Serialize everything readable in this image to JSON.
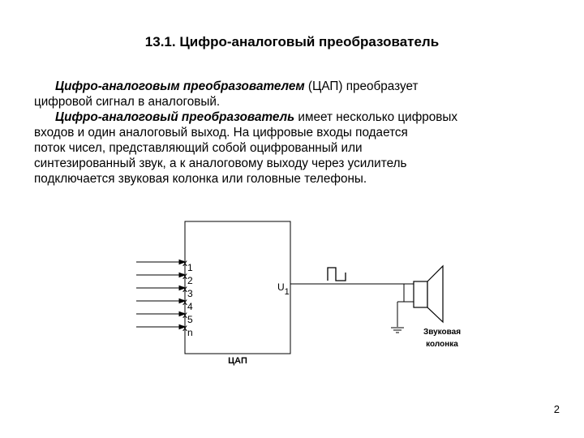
{
  "slide": {
    "title": "13.1. Цифро-аналоговый преобразователь",
    "paragraph1": {
      "term": "Цифро-аналоговым преобразователем",
      "line1_rest": " (ЦАП) преобразует",
      "line2": "цифровой сигнал в аналоговый."
    },
    "paragraph2": {
      "term": "Цифро-аналоговый преобразователь",
      "line1_rest": " имеет несколько цифровых",
      "line2": "входов и один аналоговый выход. На цифровые входы подается",
      "line3": "поток чисел, представляющий собой оцифрованный или",
      "line4": "синтезированный звук, а к аналоговому выходу через усилитель",
      "line5": "подключается звуковая колонка или головные телефоны."
    },
    "page_number": "2"
  },
  "diagram": {
    "inputs": [
      {
        "letter": "x",
        "index": "1"
      },
      {
        "letter": "x",
        "index": "2"
      },
      {
        "letter": "x",
        "index": "3"
      },
      {
        "letter": "x",
        "index": "4"
      },
      {
        "letter": "x",
        "index": "5"
      },
      {
        "letter": "x",
        "index": "n"
      }
    ],
    "output_letter": "U",
    "output_index": "1",
    "box_label": "ЦАП",
    "speaker_label_line1": "Звуковая",
    "speaker_label_line2": "колонка"
  }
}
